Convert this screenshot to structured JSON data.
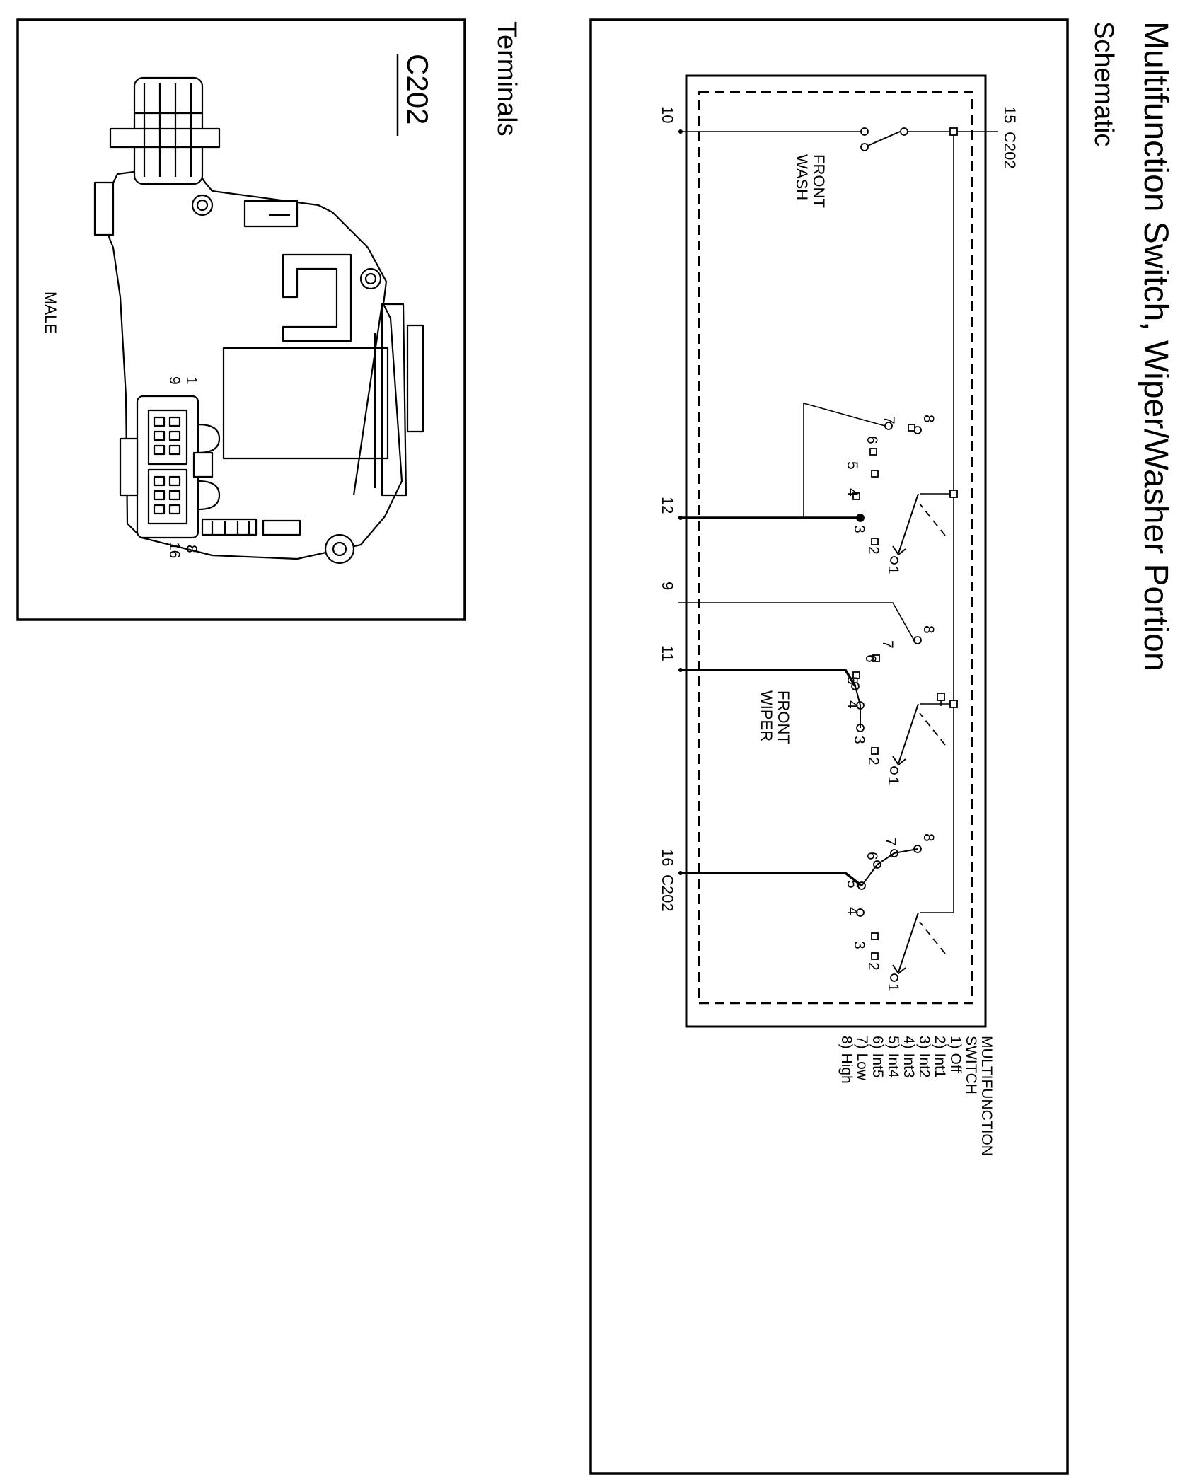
{
  "header": {
    "title": "Multifunction Switch, Wiper/Washer Portion",
    "schematic_label": "Schematic"
  },
  "schematic": {
    "connector_top": {
      "pin": "15",
      "connector": "C202"
    },
    "connector_bottom": {
      "pin": "16",
      "connector": "C202"
    },
    "left_pins": [
      "10",
      "12",
      "9",
      "11"
    ],
    "circuit_labels": {
      "front_wash": [
        "FRONT",
        "WASH"
      ],
      "front_wiper": [
        "FRONT",
        "WIPER"
      ]
    },
    "switch_position_numbers": [
      "1",
      "2",
      "3",
      "4",
      "5",
      "6",
      "7",
      "8"
    ],
    "legend": {
      "heading": [
        "MULTIFUNCTION",
        "SWITCH"
      ],
      "positions": [
        "1) Off",
        "2) Int1",
        "3) Int2",
        "4) Int3",
        "5) Int4",
        "6) Int5",
        "7) Low",
        "8) High"
      ]
    }
  },
  "terminals": {
    "label": "Terminals",
    "connector": "C202",
    "gender": "MALE",
    "pin_numbers": [
      "1",
      "9",
      "8",
      "16"
    ]
  }
}
